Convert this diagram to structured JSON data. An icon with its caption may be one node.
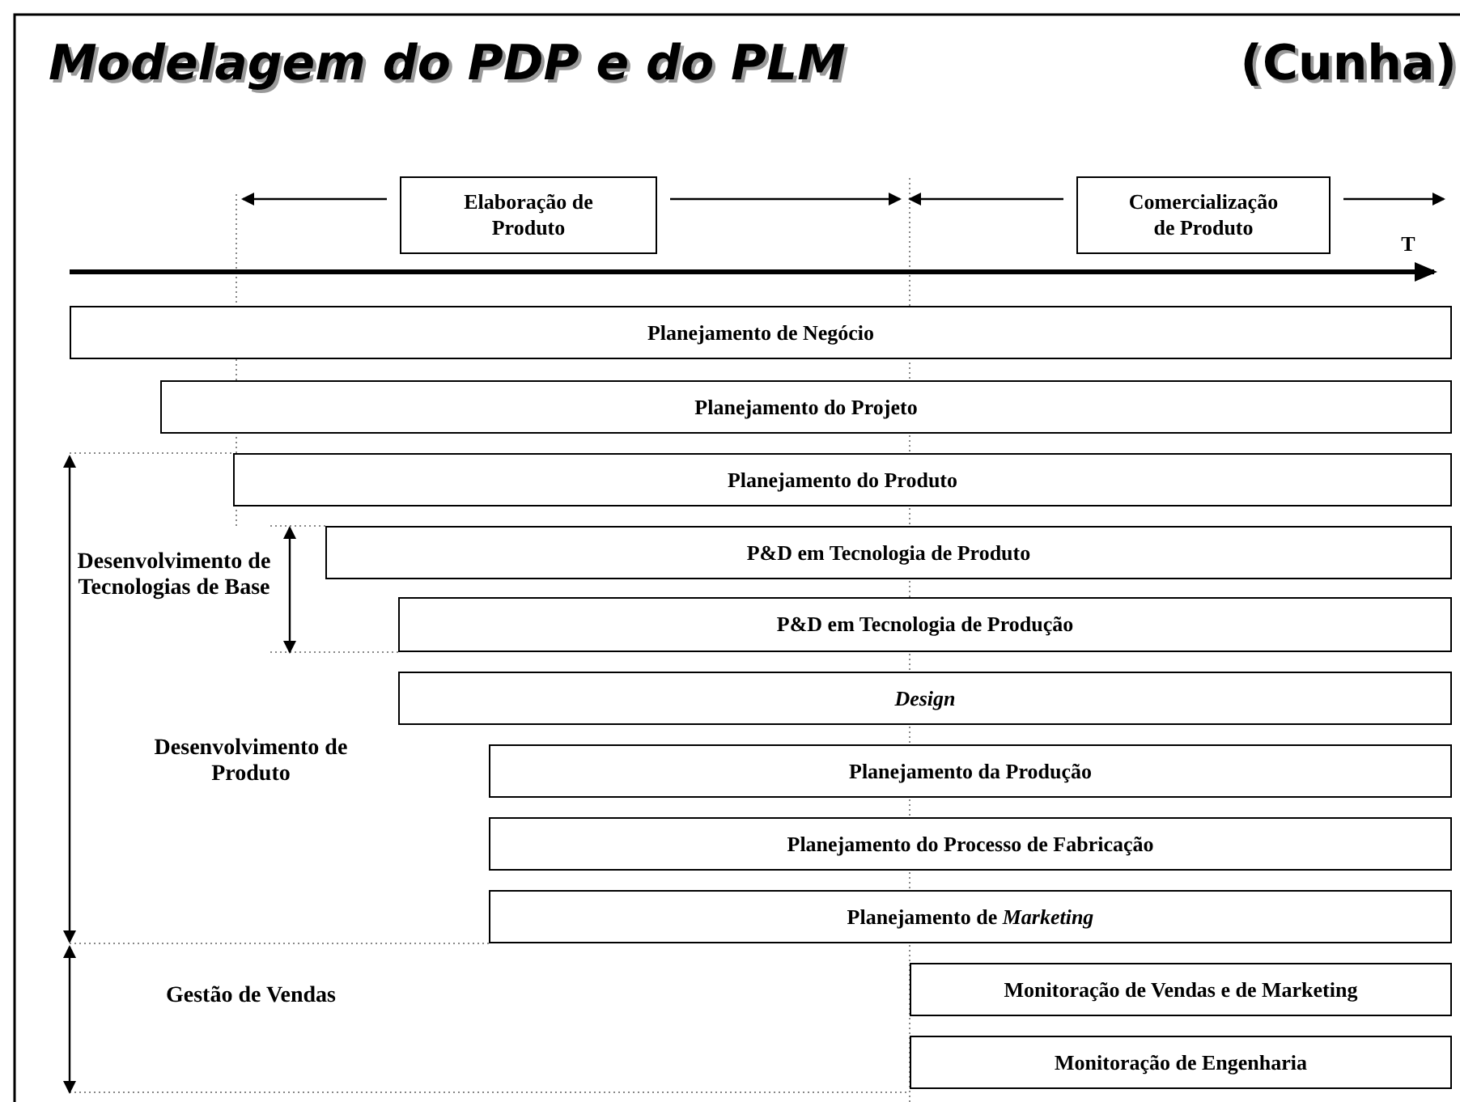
{
  "diagram": {
    "title": "Modelagem do PDP e do PLM",
    "nodes": [
      {
        "text": [
          "Elaboração de Produto"
        ]
      },
      {
        "text": [
          "Comercialização de Produto"
        ]
      },
      {
        "text": [
          "Planejamento de Negócio"
        ]
      },
      {
        "text": [
          "Planejamento do Projeto"
        ]
      },
      {
        "text": [
          "Planejamento do Produto"
        ]
      },
      {
        "text": [
          "P&D em Tecnologia de Produto"
        ]
      },
      {
        "text": [
          "P&D em Tecnologia de Produção"
        ]
      },
      {
        "text": [
          "Design"
        ]
      },
      {
        "text": [
          "Planejamento da Produção"
        ]
      },
      {
        "text": [
          "Planejamento do Processo de Fabricação"
        ]
      },
      {
        "text": [
          "Planejamento de *Marketing*"
        ]
      },
      {
        "text": [
          "Monitoração de Vendas e de Marketing"
        ]
      },
      {
        "text": [
          "Monitoração de Engenharia"
        ]
      }
    ],
    "edges": [
      {
        "from": 0,
        "to": null,
        "arrow": "to"
      },
      {
        "from": 0,
        "to": null,
        "arrow": "to"
      },
      {
        "from": 1,
        "to": null,
        "arrow": "to"
      },
      {
        "from": 1,
        "to": null,
        "arrow": "to"
      }
    ],
    "labels": [
      "(Cunha)",
      "T",
      "Desenvolvimento de Tecnologias de Base",
      "Desenvolvimento de Produto",
      "Gestão de Vendas"
    ]
  }
}
